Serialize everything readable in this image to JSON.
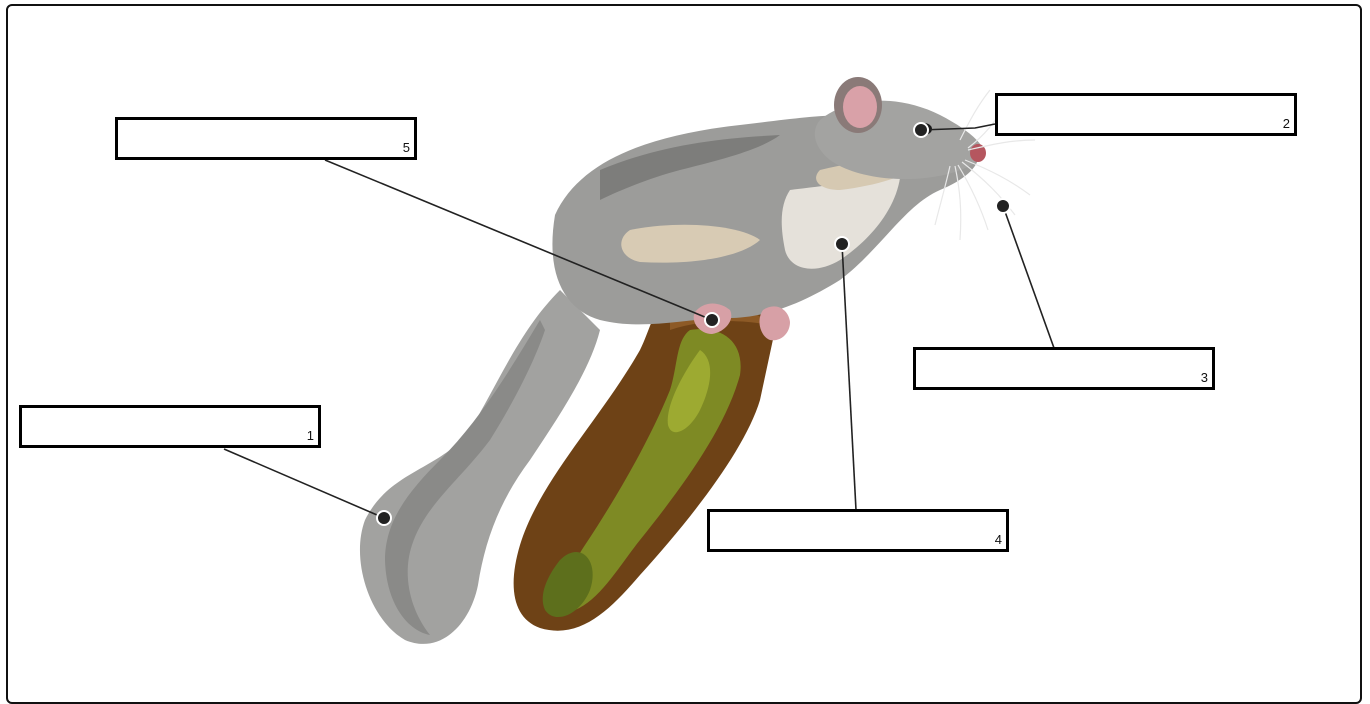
{
  "diagram": {
    "labels": [
      {
        "id": "1",
        "number": "1",
        "text": ""
      },
      {
        "id": "2",
        "number": "2",
        "text": ""
      },
      {
        "id": "3",
        "number": "3",
        "text": ""
      },
      {
        "id": "4",
        "number": "4",
        "text": ""
      },
      {
        "id": "5",
        "number": "5",
        "text": ""
      }
    ]
  },
  "colors": {
    "fur": "#9a9a98",
    "fur_dark": "#7c7c7a",
    "belly": "#e6e2da",
    "ear": "#d9a1a8",
    "log_bark": "#7a4a1c",
    "moss": "#8c9a2c",
    "line": "#222222"
  }
}
